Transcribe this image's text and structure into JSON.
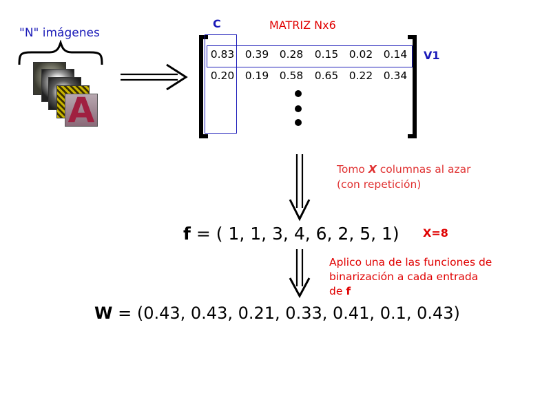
{
  "images_label": "\"N\" imágenes",
  "matrix": {
    "column_label": "C",
    "title": "MATRIZ Nx6",
    "row_label": "V1",
    "rows": [
      [
        "0.83",
        "0.39",
        "0.28",
        "0.15",
        "0.02",
        "0.14"
      ],
      [
        "0.20",
        "0.19",
        "0.58",
        "0.65",
        "0.22",
        "0.34"
      ]
    ]
  },
  "step1": {
    "note_prefix": "Tomo ",
    "note_var": "X",
    "note_suffix": " columnas al azar",
    "note_line2": "(con repetición)"
  },
  "f_equation": {
    "var": "f",
    "expr": " = ( 1, 1, 3, 4, 6, 2, 5, 1)",
    "x_label": "X=8"
  },
  "step2": {
    "note_line1": "Aplico una de las funciones de",
    "note_line2": "binarización a cada entrada",
    "note_line3_prefix": "de ",
    "note_line3_var": "f"
  },
  "w_equation": {
    "var": "W",
    "expr": " = (0.43, 0.43, 0.21, 0.33, 0.41, 0.1, 0.43)"
  },
  "colors": {
    "blue": "#1a1ab8",
    "red": "#e00000",
    "note_red": "#e03030"
  }
}
